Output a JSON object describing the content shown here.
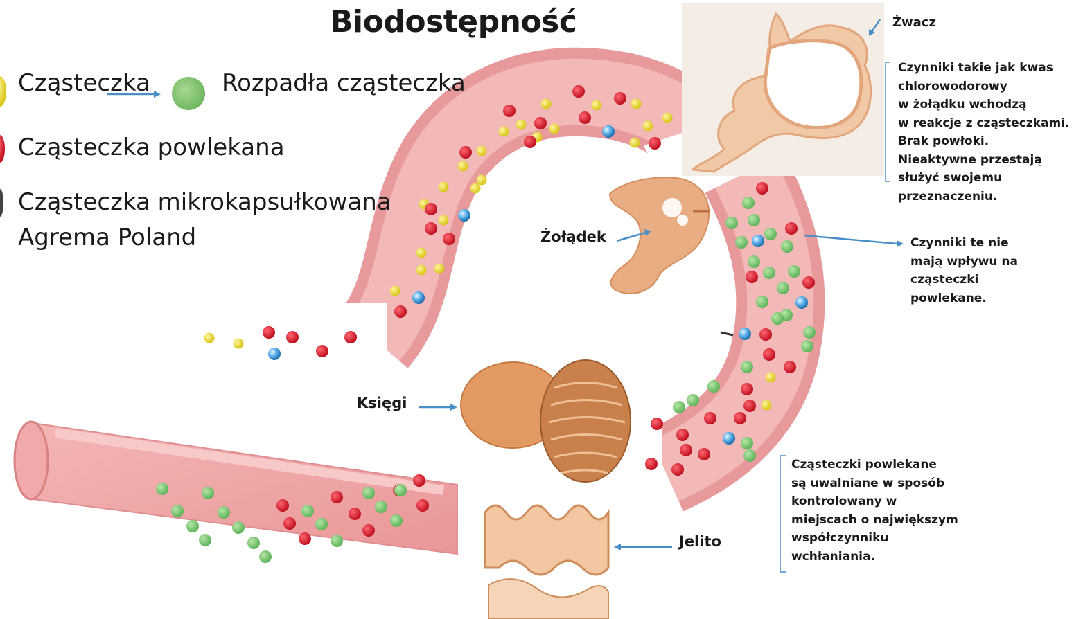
{
  "title": "Biodostępność",
  "legend": {
    "particle": "Cząsteczka",
    "broken_particle": "Rozpadła cząsteczka",
    "coated_particle": "Cząsteczka powlekana",
    "microencapsulated_line1": "Cząsteczka mikrokapsułkowana",
    "microencapsulated_line2": "Agrema Poland"
  },
  "labels": {
    "rumen": "Żwacz",
    "stomach": "Żołądek",
    "omasum": "Księgi",
    "intestine": "Jelito"
  },
  "notes": {
    "rumen_note": [
      "Czynniki takie jak kwas",
      "chlorowodorowy",
      "w żołądku wchodzą",
      "w reakcje z cząsteczkami.",
      "Brak powłoki.",
      "Nieaktywne przestają",
      "służyć swojemu",
      "przeznaczeniu."
    ],
    "coated_note": [
      "Czynniki te nie",
      "mają wpływu na",
      "cząsteczki",
      "powlekane."
    ],
    "release_note": [
      "Cząsteczki powlekane",
      "są uwalniane w sposób",
      "kontrolowany w",
      "miejscach o największym",
      "współczynniku",
      "wchłaniania."
    ]
  },
  "colors": {
    "particle": "#e3d21e",
    "broken_particle": "#7cc472",
    "coated_particle": "#d61c2a",
    "microencapsulated": "#3b8fd1",
    "tube": "#efa3a5",
    "arrow": "#4a8fc7",
    "organ": "#e8a877"
  }
}
